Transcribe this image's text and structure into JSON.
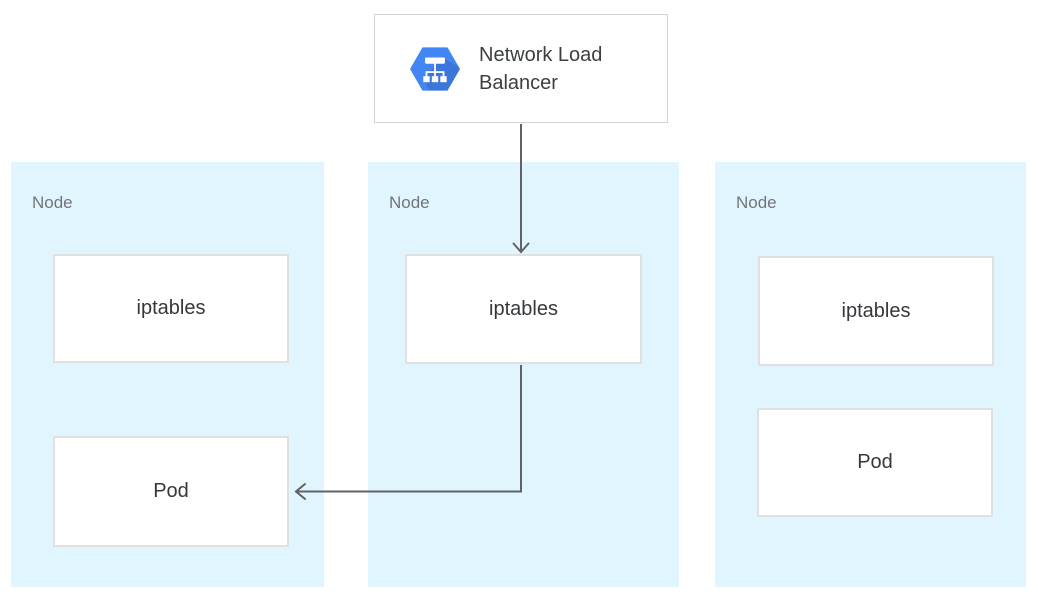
{
  "diagram": {
    "load_balancer": {
      "label": "Network Load Balancer"
    },
    "nodes": [
      {
        "label": "Node",
        "boxes": [
          "iptables",
          "Pod"
        ]
      },
      {
        "label": "Node",
        "boxes": [
          "iptables"
        ]
      },
      {
        "label": "Node",
        "boxes": [
          "iptables",
          "Pod"
        ]
      }
    ],
    "arrows": [
      {
        "from": "network-load-balancer",
        "to": "node-2-iptables",
        "direction": "down"
      },
      {
        "from": "node-2-iptables",
        "to": "node-1-pod",
        "direction": "down-then-left"
      }
    ],
    "colors": {
      "node_panel_bg": "#e1f5fe",
      "hexagon_blue": "#4285f4",
      "arrow_gray": "#5f6368",
      "box_border": "#e0e0e0",
      "node_label_gray": "#717579",
      "box_text": "#35383b"
    }
  }
}
